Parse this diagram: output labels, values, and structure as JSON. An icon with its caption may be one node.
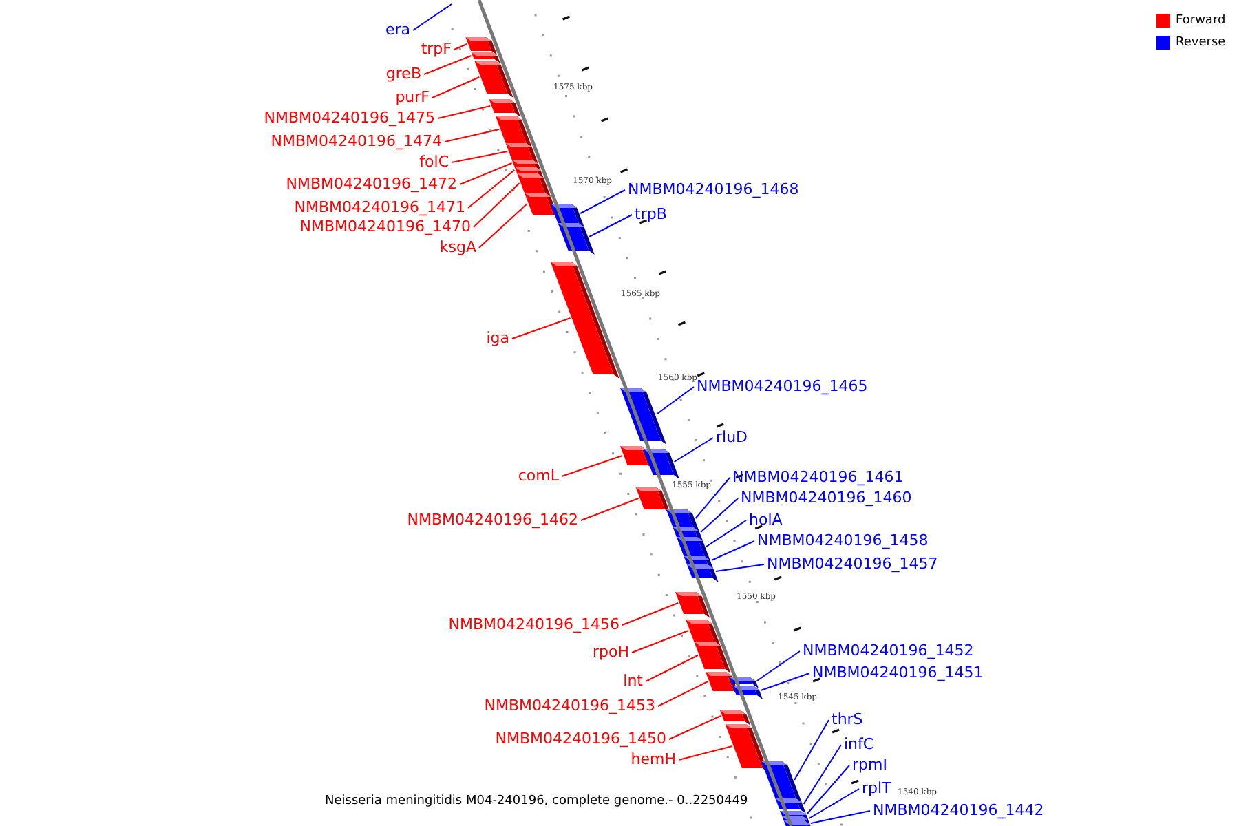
{
  "diagram": {
    "caption": "Neisseria meningitidis M04-240196, complete genome.- 0..2250449",
    "nodes": [
      {
        "text": [
          "era"
        ]
      },
      {
        "text": [
          "trpF"
        ]
      },
      {
        "text": [
          "greB"
        ]
      },
      {
        "text": [
          "purF"
        ]
      },
      {
        "text": [
          "NMBM04240196_1475"
        ]
      },
      {
        "text": [
          "NMBM04240196_1474"
        ]
      },
      {
        "text": [
          "folC"
        ]
      },
      {
        "text": [
          "NMBM04240196_1472"
        ]
      },
      {
        "text": [
          "NMBM04240196_1468"
        ]
      },
      {
        "text": [
          "NMBM04240196_1471"
        ]
      },
      {
        "text": [
          "trpB"
        ]
      },
      {
        "text": [
          "NMBM04240196_1470"
        ]
      },
      {
        "text": [
          "ksgA"
        ]
      },
      {
        "text": [
          "iga"
        ]
      },
      {
        "text": [
          "NMBM04240196_1465"
        ]
      },
      {
        "text": [
          "rluD"
        ]
      },
      {
        "text": [
          "comL"
        ]
      },
      {
        "text": [
          "NMBM04240196_1461"
        ]
      },
      {
        "text": [
          "NMBM04240196_1460"
        ]
      },
      {
        "text": [
          "NMBM04240196_1462"
        ]
      },
      {
        "text": [
          "holA"
        ]
      },
      {
        "text": [
          "NMBM04240196_1458"
        ]
      },
      {
        "text": [
          "NMBM04240196_1457"
        ]
      },
      {
        "text": [
          "NMBM04240196_1456"
        ]
      },
      {
        "text": [
          "rpoH"
        ]
      },
      {
        "text": [
          "NMBM04240196_1452"
        ]
      },
      {
        "text": [
          "lnt"
        ]
      },
      {
        "text": [
          "NMBM04240196_1451"
        ]
      },
      {
        "text": [
          "NMBM04240196_1453"
        ]
      },
      {
        "text": [
          "thrS"
        ]
      },
      {
        "text": [
          "NMBM04240196_1450"
        ]
      },
      {
        "text": [
          "infC"
        ]
      },
      {
        "text": [
          "hemH"
        ]
      },
      {
        "text": [
          "rpmI"
        ]
      },
      {
        "text": [
          "rplT"
        ]
      },
      {
        "text": [
          "NMBM04240196_1442"
        ]
      },
      {
        "text": [],
        "shape": "bar"
      },
      {
        "text": [],
        "shape": "bar"
      },
      {
        "text": [],
        "shape": "bar"
      },
      {
        "text": [],
        "shape": "bar"
      },
      {
        "text": [],
        "shape": "bar"
      },
      {
        "text": [],
        "shape": "bar"
      },
      {
        "text": [],
        "shape": "bar"
      },
      {
        "text": [],
        "shape": "bar"
      },
      {
        "text": [],
        "shape": "bar"
      },
      {
        "text": [],
        "shape": "bar"
      },
      {
        "text": [],
        "shape": "bar"
      },
      {
        "text": [],
        "shape": "bar"
      },
      {
        "text": [],
        "shape": "bar"
      },
      {
        "text": [],
        "shape": "bar"
      },
      {
        "text": [],
        "shape": "bar"
      },
      {
        "text": [],
        "shape": "bar"
      },
      {
        "text": [],
        "shape": "bar"
      },
      {
        "text": [],
        "shape": "bar"
      },
      {
        "text": [],
        "shape": "bar"
      },
      {
        "text": [],
        "shape": "bar"
      },
      {
        "text": [],
        "shape": "bar"
      },
      {
        "text": [],
        "shape": "bar"
      },
      {
        "text": [],
        "shape": "bar"
      },
      {
        "text": [],
        "shape": "bar"
      },
      {
        "text": [],
        "shape": "bar"
      },
      {
        "text": [],
        "shape": "bar"
      },
      {
        "text": [],
        "shape": "bar"
      },
      {
        "text": [],
        "shape": "bar"
      },
      {
        "text": [],
        "shape": "bar"
      },
      {
        "text": [],
        "shape": "bar"
      },
      {
        "text": [],
        "shape": "bar"
      },
      {
        "text": [],
        "shape": "bar"
      },
      {
        "text": [],
        "shape": "bar"
      },
      {
        "text": [],
        "shape": "bar"
      },
      {
        "text": [],
        "shape": "bar"
      }
    ],
    "edges": [
      {
        "from": 0,
        "to": null,
        "arrow": "none",
        "color": "#0000ff"
      },
      {
        "from": 1,
        "to": 36,
        "arrow": "none"
      },
      {
        "from": 2,
        "to": 37,
        "arrow": "none"
      },
      {
        "from": 3,
        "to": 38,
        "arrow": "none"
      },
      {
        "from": 4,
        "to": 39,
        "arrow": "none"
      },
      {
        "from": 5,
        "to": 40,
        "arrow": "none"
      },
      {
        "from": 6,
        "to": 41,
        "arrow": "none"
      },
      {
        "from": 7,
        "to": 42,
        "arrow": "none"
      },
      {
        "from": 8,
        "to": 46,
        "arrow": "none",
        "color": "#0000ff"
      },
      {
        "from": 9,
        "to": 43,
        "arrow": "none"
      },
      {
        "from": 10,
        "to": 47,
        "arrow": "none",
        "color": "#0000ff"
      },
      {
        "from": 11,
        "to": 44,
        "arrow": "none"
      },
      {
        "from": 12,
        "to": 45,
        "arrow": "none"
      },
      {
        "from": 13,
        "to": 48,
        "arrow": "none"
      },
      {
        "from": 14,
        "to": 49,
        "arrow": "none",
        "color": "#0000ff"
      },
      {
        "from": 15,
        "to": 51,
        "arrow": "none",
        "color": "#0000ff"
      },
      {
        "from": 16,
        "to": 50,
        "arrow": "none"
      },
      {
        "from": 17,
        "to": 53,
        "arrow": "none",
        "color": "#0000ff"
      },
      {
        "from": 18,
        "to": 54,
        "arrow": "none",
        "color": "#0000ff"
      },
      {
        "from": 19,
        "to": 52,
        "arrow": "none"
      },
      {
        "from": 20,
        "to": 55,
        "arrow": "none",
        "color": "#0000ff"
      },
      {
        "from": 21,
        "to": 56,
        "arrow": "none",
        "color": "#0000ff"
      },
      {
        "from": 22,
        "to": 57,
        "arrow": "none",
        "color": "#0000ff"
      },
      {
        "from": 23,
        "to": 58,
        "arrow": "none"
      },
      {
        "from": 24,
        "to": 59,
        "arrow": "none"
      },
      {
        "from": 25,
        "to": 62,
        "arrow": "none",
        "color": "#0000ff"
      },
      {
        "from": 26,
        "to": 60,
        "arrow": "none"
      },
      {
        "from": 27,
        "to": 63,
        "arrow": "none",
        "color": "#0000ff"
      },
      {
        "from": 28,
        "to": 61,
        "arrow": "none"
      },
      {
        "from": 29,
        "to": 66,
        "arrow": "none",
        "color": "#0000ff"
      },
      {
        "from": 30,
        "to": 64,
        "arrow": "none"
      },
      {
        "from": 31,
        "to": 67,
        "arrow": "none",
        "color": "#0000ff"
      },
      {
        "from": 32,
        "to": 65,
        "arrow": "none"
      },
      {
        "from": 33,
        "to": 68,
        "arrow": "none",
        "color": "#0000ff"
      },
      {
        "from": 34,
        "to": 69,
        "arrow": "none",
        "color": "#0000ff"
      },
      {
        "from": 35,
        "to": 70,
        "arrow": "none",
        "color": "#0000ff"
      }
    ],
    "labels": [
      "1575 kbp",
      "1570 kbp",
      "1565 kbp",
      "1560 kbp",
      "1555 kbp",
      "1550 kbp",
      "1545 kbp",
      "1540 kbp"
    ],
    "legend": [
      {
        "text": "Forward",
        "color": "#ff0000"
      },
      {
        "text": "Reverse",
        "color": "#0000ff"
      }
    ]
  }
}
